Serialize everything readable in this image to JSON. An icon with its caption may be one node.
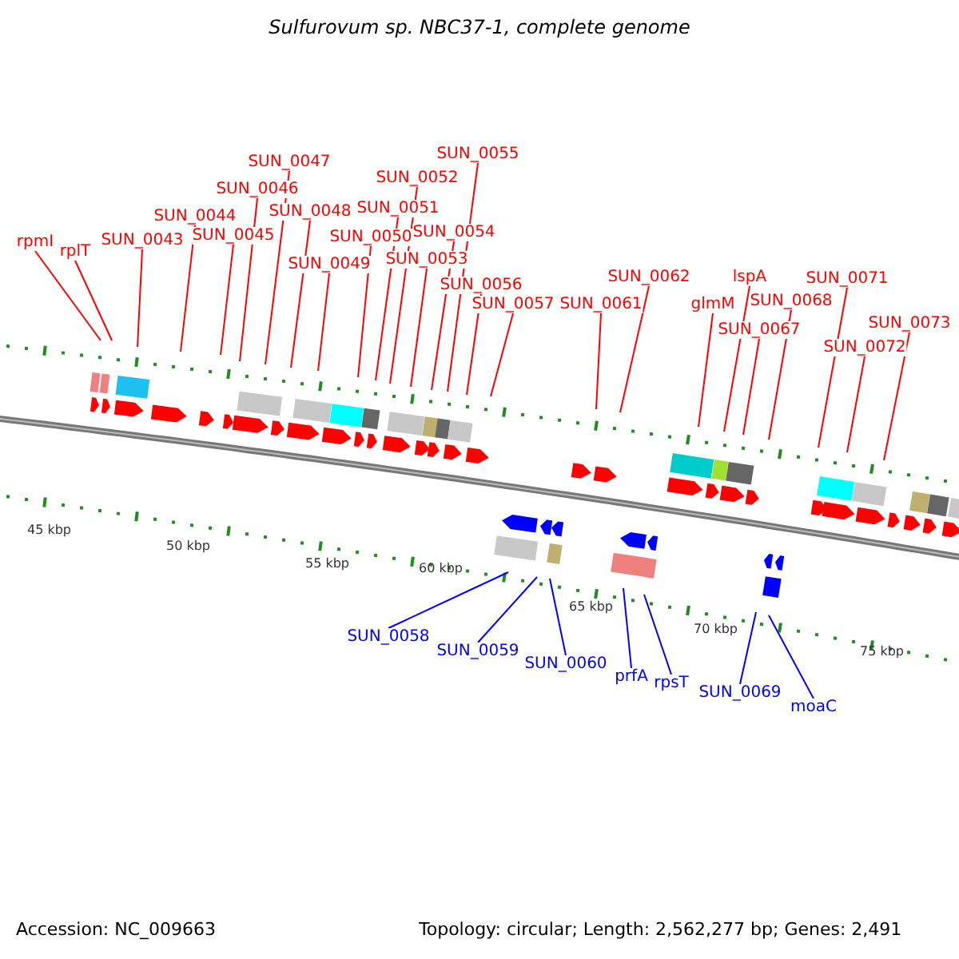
{
  "diagram": {
    "title": "Sulfurovum sp. NBC37-1, complete genome",
    "nodes": [
      {
        "text": [
          "rpmI"
        ]
      },
      {
        "text": [
          "rplT"
        ]
      },
      {
        "text": [
          "SUN_0043"
        ]
      },
      {
        "text": [
          "SUN_0044"
        ]
      },
      {
        "text": [
          "SUN_0045"
        ]
      },
      {
        "text": [
          "SUN_0046"
        ]
      },
      {
        "text": [
          "SUN_0047"
        ]
      },
      {
        "text": [
          "SUN_0048"
        ]
      },
      {
        "text": [
          "SUN_0049"
        ]
      },
      {
        "text": [
          "SUN_0050"
        ]
      },
      {
        "text": [
          "SUN_0051"
        ]
      },
      {
        "text": [
          "SUN_0052"
        ]
      },
      {
        "text": [
          "SUN_0053"
        ]
      },
      {
        "text": [
          "SUN_0054"
        ]
      },
      {
        "text": [
          "SUN_0055"
        ]
      },
      {
        "text": [
          "SUN_0056"
        ]
      },
      {
        "text": [
          "SUN_0057"
        ]
      },
      {
        "text": [
          "SUN_0061"
        ]
      },
      {
        "text": [
          "SUN_0062"
        ]
      },
      {
        "text": [
          "glmM"
        ]
      },
      {
        "text": [
          "lspA"
        ]
      },
      {
        "text": [
          "SUN_0067"
        ]
      },
      {
        "text": [
          "SUN_0068"
        ]
      },
      {
        "text": [
          "SUN_0071"
        ]
      },
      {
        "text": [
          "SUN_0072"
        ]
      },
      {
        "text": [
          "SUN_0073"
        ]
      },
      {
        "text": [
          "SUN_0058"
        ]
      },
      {
        "text": [
          "SUN_0059"
        ]
      },
      {
        "text": [
          "SUN_0060"
        ]
      },
      {
        "text": [
          "prfA"
        ]
      },
      {
        "text": [
          "rpsT"
        ]
      },
      {
        "text": [
          "SUN_0069"
        ]
      },
      {
        "text": [
          "moaC"
        ]
      }
    ],
    "edges": [
      {
        "from": 0,
        "to": null,
        "arrow": "none"
      },
      {
        "from": 1,
        "to": null,
        "arrow": "none"
      },
      {
        "from": 2,
        "to": null,
        "arrow": "none"
      },
      {
        "from": 3,
        "to": null,
        "arrow": "none"
      },
      {
        "from": 4,
        "to": null,
        "arrow": "none"
      },
      {
        "from": 5,
        "to": null,
        "arrow": "none"
      },
      {
        "from": 6,
        "to": null,
        "arrow": "none"
      },
      {
        "from": 7,
        "to": null,
        "arrow": "none"
      },
      {
        "from": 8,
        "to": null,
        "arrow": "none"
      },
      {
        "from": 9,
        "to": null,
        "arrow": "none"
      },
      {
        "from": 10,
        "to": null,
        "arrow": "none"
      },
      {
        "from": 11,
        "to": null,
        "arrow": "none"
      },
      {
        "from": 12,
        "to": null,
        "arrow": "none"
      },
      {
        "from": 13,
        "to": null,
        "arrow": "none"
      },
      {
        "from": 14,
        "to": null,
        "arrow": "none"
      },
      {
        "from": 15,
        "to": null,
        "arrow": "none"
      },
      {
        "from": 16,
        "to": null,
        "arrow": "none"
      },
      {
        "from": 17,
        "to": null,
        "arrow": "none"
      },
      {
        "from": 18,
        "to": null,
        "arrow": "none"
      },
      {
        "from": 19,
        "to": null,
        "arrow": "none"
      },
      {
        "from": 20,
        "to": null,
        "arrow": "none"
      },
      {
        "from": 21,
        "to": null,
        "arrow": "none"
      },
      {
        "from": 22,
        "to": null,
        "arrow": "none"
      },
      {
        "from": 23,
        "to": null,
        "arrow": "none"
      },
      {
        "from": 24,
        "to": null,
        "arrow": "none"
      },
      {
        "from": 25,
        "to": null,
        "arrow": "none"
      },
      {
        "from": 26,
        "to": null,
        "arrow": "none",
        "color": "#0000ff"
      },
      {
        "from": 27,
        "to": null,
        "arrow": "none",
        "color": "#0000ff"
      },
      {
        "from": 28,
        "to": null,
        "arrow": "none",
        "color": "#0000ff"
      },
      {
        "from": 29,
        "to": null,
        "arrow": "none",
        "color": "#0000ff"
      },
      {
        "from": 30,
        "to": null,
        "arrow": "none",
        "color": "#0000ff"
      },
      {
        "from": 31,
        "to": null,
        "arrow": "none",
        "color": "#0000ff"
      },
      {
        "from": 32,
        "to": null,
        "arrow": "none",
        "color": "#0000ff"
      }
    ],
    "labels": [
      "45 kbp",
      "50 kbp",
      "55 kbp",
      "60 kbp",
      "65 kbp",
      "70 kbp",
      "75 kbp",
      "Accession: NC_009663",
      "Topology: circular; Length: 2,562,277 bp; Genes: 2,491"
    ]
  }
}
